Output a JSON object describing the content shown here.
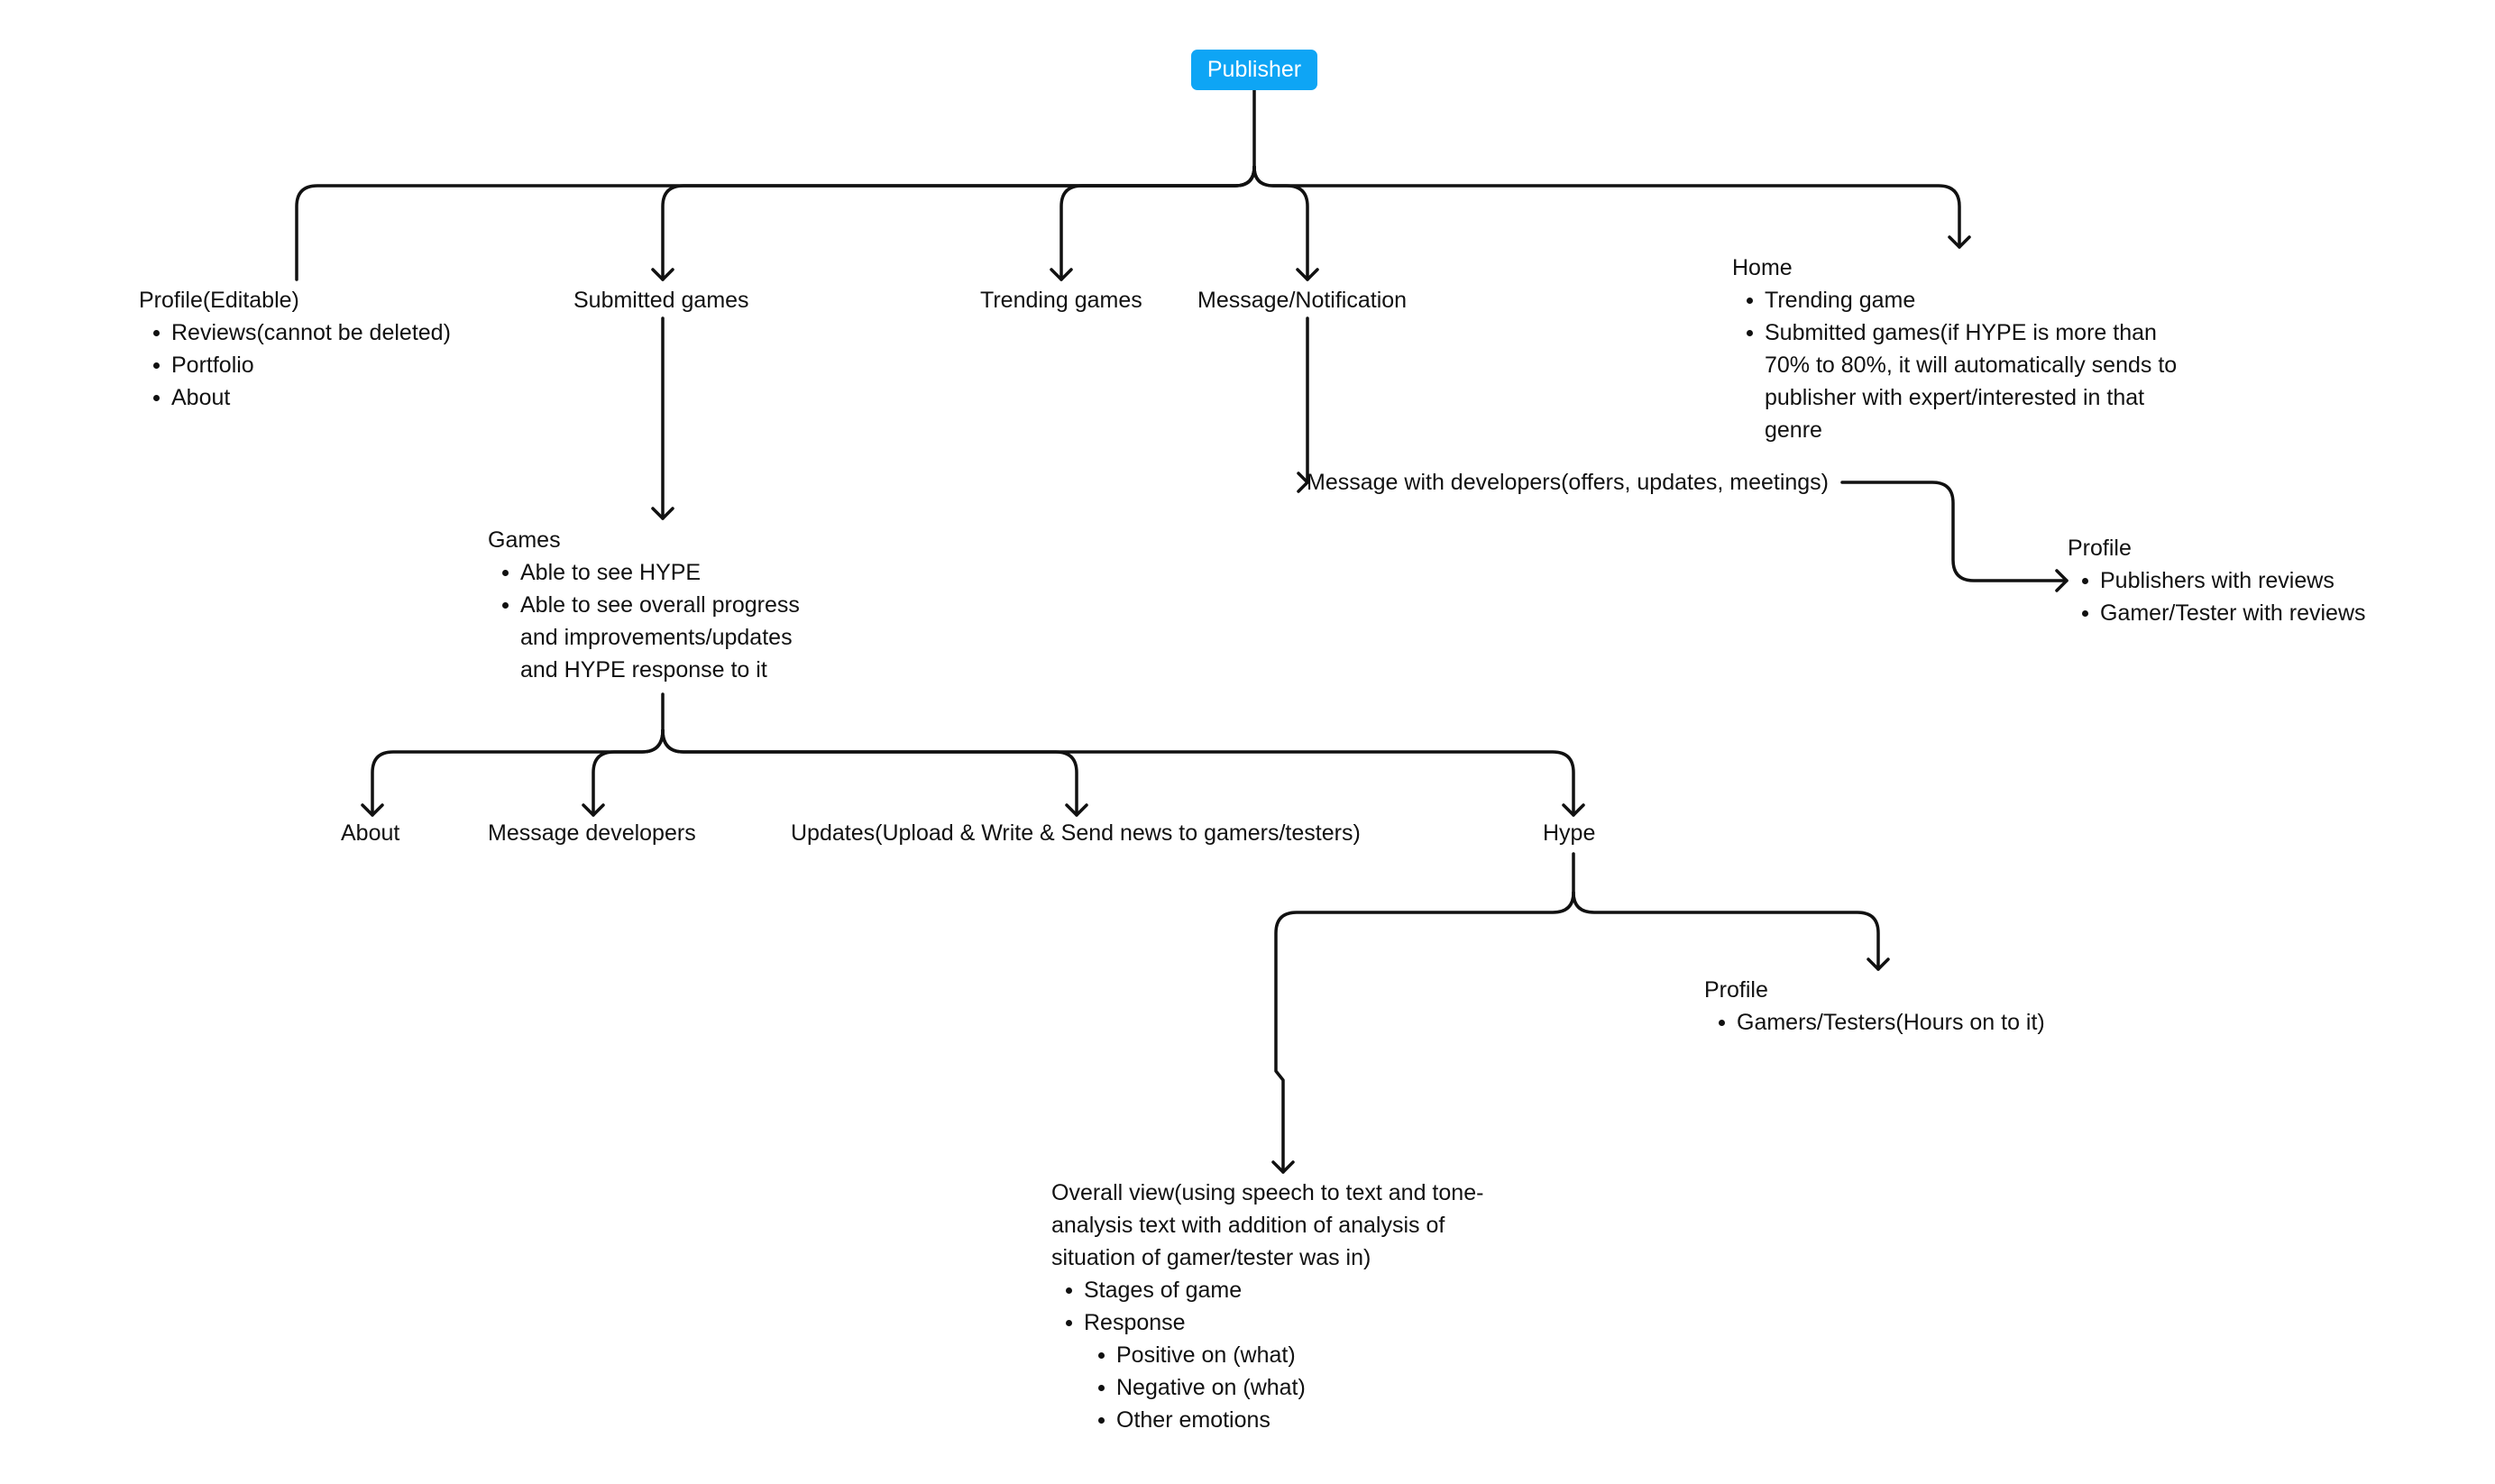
{
  "theme": {
    "accent": "#0ea5f5",
    "line": "#111111",
    "text": "#111111",
    "background": "#ffffff"
  },
  "root": {
    "label": "Publisher"
  },
  "profile_editable": {
    "title": "Profile(Editable)",
    "items": [
      "Reviews(cannot be deleted)",
      "Portfolio",
      "About"
    ]
  },
  "submitted_games": {
    "title": "Submitted games"
  },
  "trending_games": {
    "title": "Trending games"
  },
  "message_notification": {
    "title": "Message/Notification"
  },
  "home": {
    "title": "Home",
    "items": [
      "Trending game",
      "Submitted games(if HYPE is more than 70% to 80%, it will automatically sends to publisher with expert/interested in that genre"
    ]
  },
  "message_developers_node": {
    "title": "Message with developers(offers, updates, meetings)"
  },
  "profile_reviews": {
    "title": "Profile",
    "items": [
      "Publishers with reviews",
      "Gamer/Tester with reviews"
    ]
  },
  "games": {
    "title": "Games",
    "items": [
      "Able to see HYPE",
      "Able to see overall progress and improvements/updates and HYPE response to it"
    ]
  },
  "about": {
    "title": "About"
  },
  "message_developers": {
    "title": "Message developers"
  },
  "updates": {
    "title": "Updates(Upload & Write & Send news to gamers/testers)"
  },
  "hype": {
    "title": "Hype"
  },
  "profile_gamers": {
    "title": "Profile",
    "items": [
      "Gamers/Testers(Hours on to it)"
    ]
  },
  "overall_view": {
    "title": "Overall view(using speech to text and tone-analysis text with addition of analysis of situation of gamer/tester was in)",
    "items": [
      "Stages of game",
      "Response"
    ],
    "response_items": [
      "Positive on (what)",
      "Negative on (what)",
      "Other emotions"
    ]
  }
}
